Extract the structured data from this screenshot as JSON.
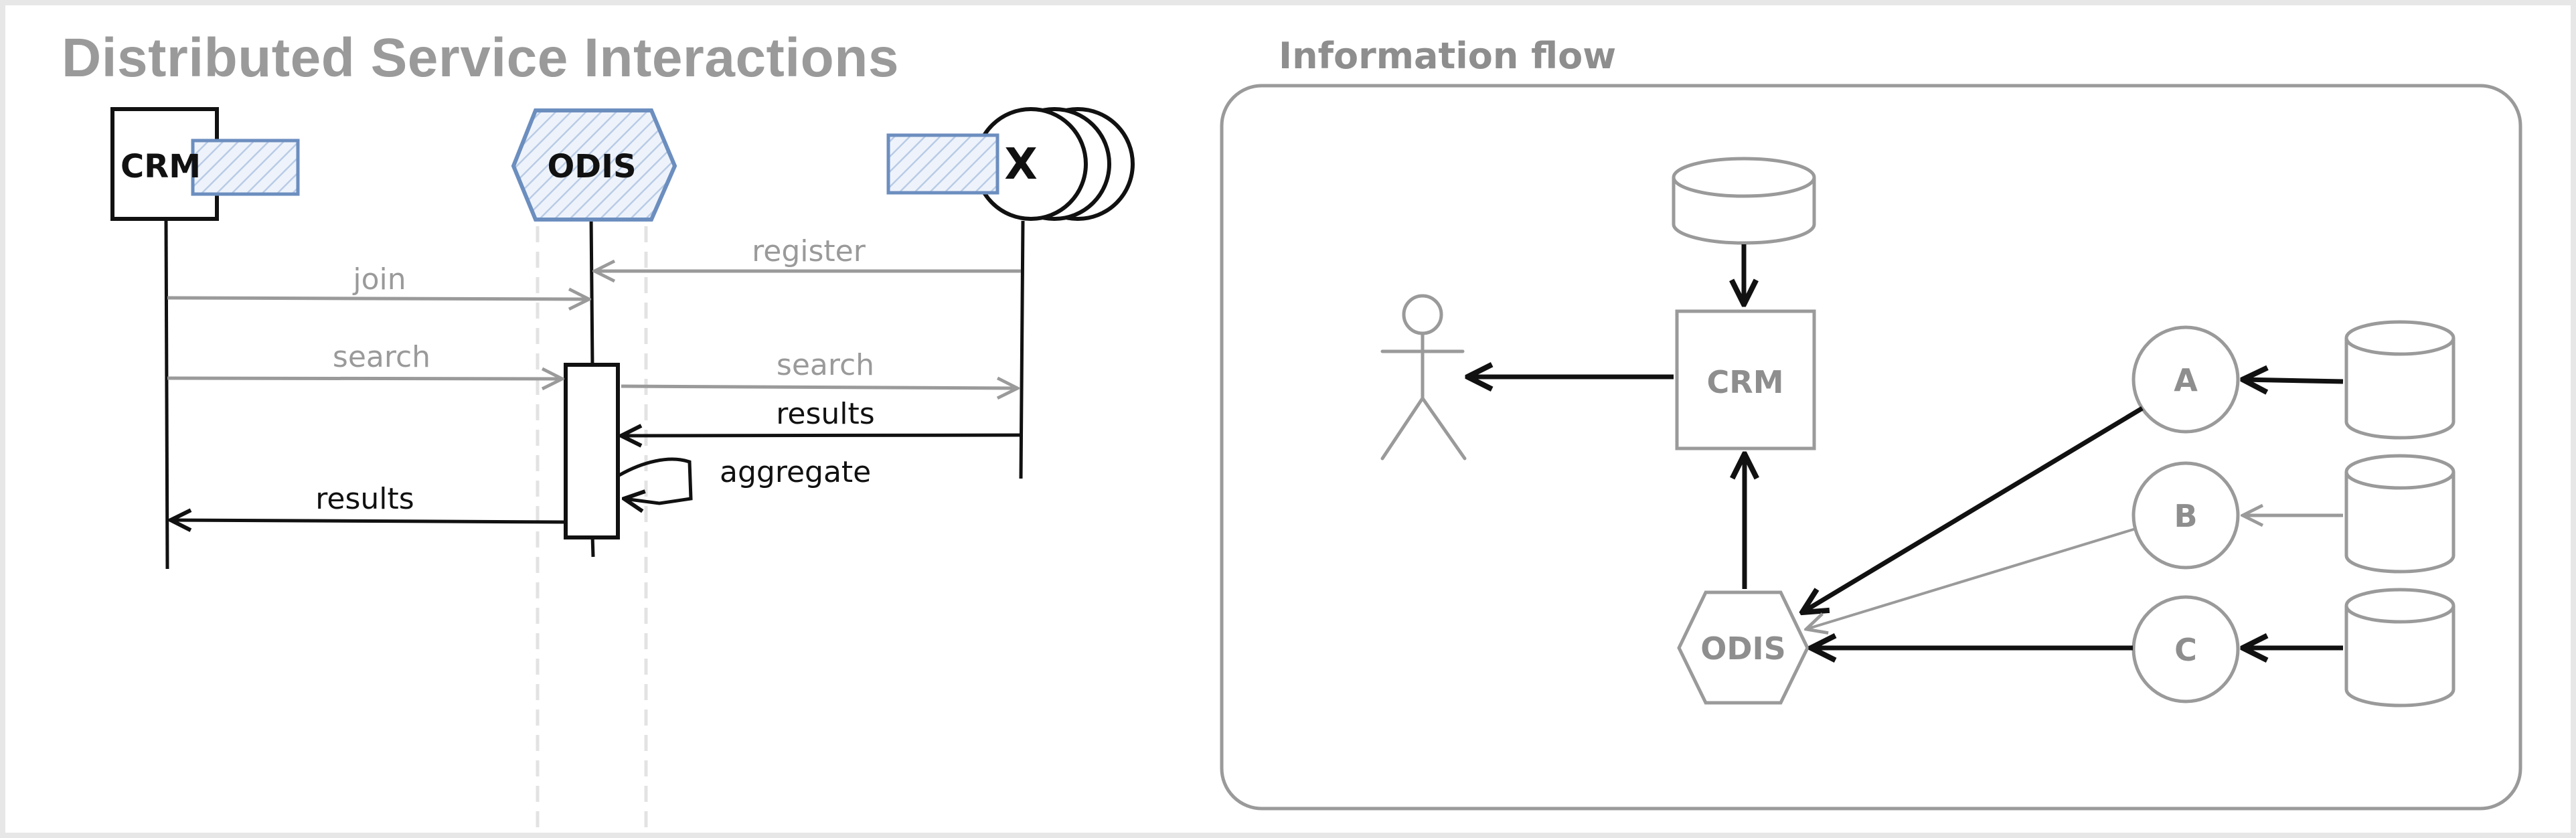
{
  "title": "Distributed Service Interactions",
  "sequence": {
    "participants": {
      "crm": "CRM",
      "odis": "ODIS",
      "external": "X"
    },
    "messages": {
      "register": "register",
      "join": "join",
      "search_1": "search",
      "search_2": "search",
      "results_1": "results",
      "aggregate": "aggregate",
      "results_2": "results"
    }
  },
  "flow": {
    "title": "Information flow",
    "nodes": {
      "crm": "CRM",
      "odis": "ODIS",
      "a": "A",
      "b": "B",
      "c": "C"
    }
  },
  "colors": {
    "gray": "#9a9a9a",
    "black": "#111111",
    "blue": "#6c8ebf",
    "blue_fill": "#dae8fc"
  }
}
